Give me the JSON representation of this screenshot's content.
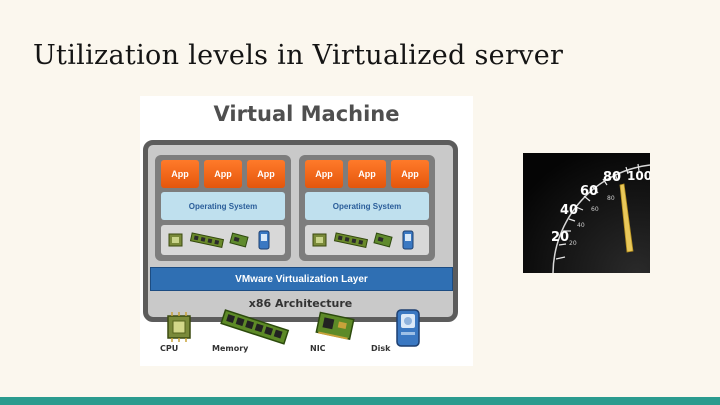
{
  "slide": {
    "title": "Utilization levels in Virtualized server"
  },
  "diagram": {
    "title": "Virtual Machine",
    "vms": [
      {
        "apps": [
          "App",
          "App",
          "App"
        ],
        "os": "Operating System"
      },
      {
        "apps": [
          "App",
          "App",
          "App"
        ],
        "os": "Operating System"
      }
    ],
    "virtualization_layer": "VMware Virtualization Layer",
    "architecture": "x86 Architecture",
    "hardware": [
      "CPU",
      "Memory",
      "NIC",
      "Disk"
    ]
  },
  "speedometer": {
    "ticks": [
      "20",
      "40",
      "60",
      "80",
      "100"
    ],
    "inner_ticks": [
      "20",
      "40",
      "60",
      "80"
    ]
  },
  "colors": {
    "background": "#fbf7ee",
    "accent_bar": "#2b9b8e",
    "app": "#f26a1b",
    "os": "#bfe0ee",
    "layer": "#2f6fb3"
  }
}
